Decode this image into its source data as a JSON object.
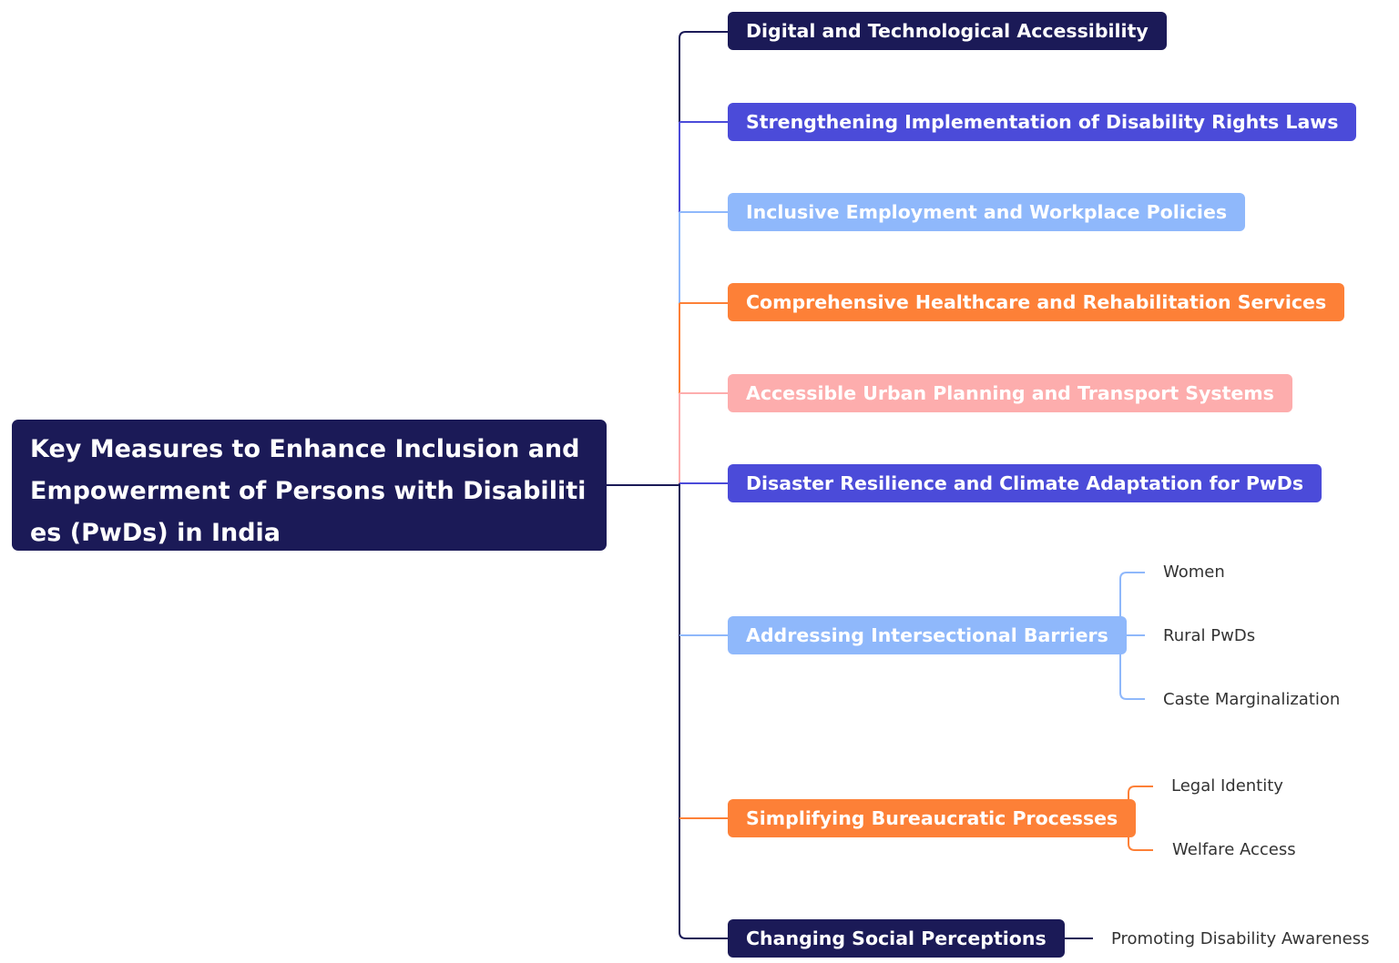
{
  "root": {
    "title": "Key Measures to Enhance Inclusion and Empowerment of Persons with Disabilities (PwDs) in India",
    "color": "#1b1a57"
  },
  "branches": [
    {
      "label": "Digital and Technological Accessibility",
      "color": "#1b1a57",
      "children": []
    },
    {
      "label": "Strengthening Implementation of Disability Rights Laws",
      "color": "#4b4bd9",
      "children": []
    },
    {
      "label": "Inclusive Employment and Workplace Policies",
      "color": "#8fb8fb",
      "children": []
    },
    {
      "label": "Comprehensive Healthcare and Rehabilitation Services",
      "color": "#fd8037",
      "children": []
    },
    {
      "label": "Accessible Urban Planning and Transport Systems",
      "color": "#fdadad",
      "children": []
    },
    {
      "label": "Disaster Resilience and Climate Adaptation for PwDs",
      "color": "#4b4bd9",
      "children": []
    },
    {
      "label": "Addressing Intersectional Barriers",
      "color": "#8fb8fb",
      "children": [
        "Women",
        "Rural PwDs",
        "Caste Marginalization"
      ]
    },
    {
      "label": "Simplifying Bureaucratic Processes",
      "color": "#fd8037",
      "children": [
        "Legal Identity",
        "Welfare Access"
      ]
    },
    {
      "label": "Changing Social Perceptions",
      "color": "#1b1a57",
      "children": [
        "Promoting Disability Awareness"
      ]
    }
  ]
}
